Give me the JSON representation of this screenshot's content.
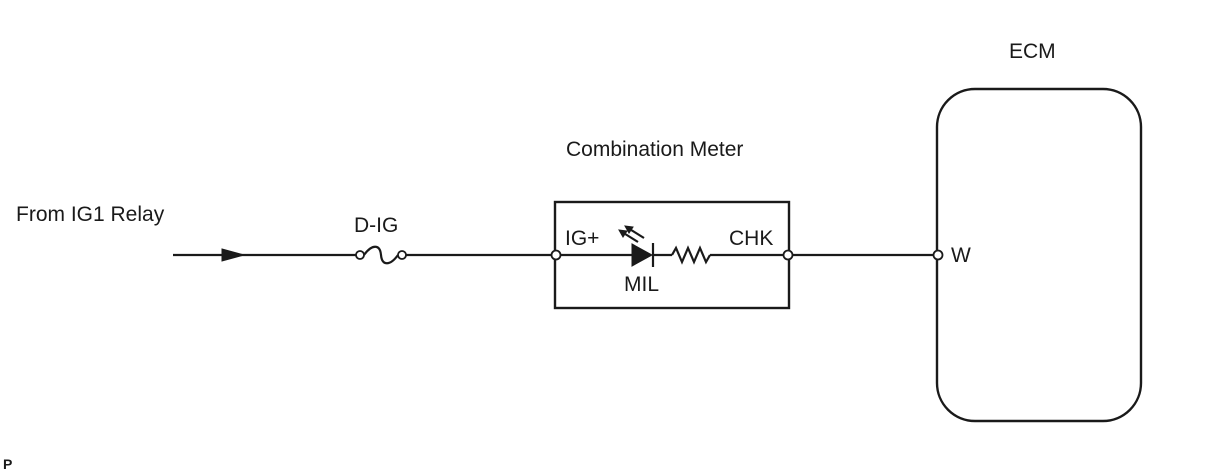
{
  "source_label": "From IG1 Relay",
  "fuse_label": "D-IG",
  "combination_meter": {
    "title": "Combination Meter",
    "terminal_in": "IG+",
    "terminal_out": "CHK",
    "lamp_label": "MIL"
  },
  "ecm": {
    "title": "ECM",
    "terminal": "W"
  },
  "corner_mark": "P"
}
